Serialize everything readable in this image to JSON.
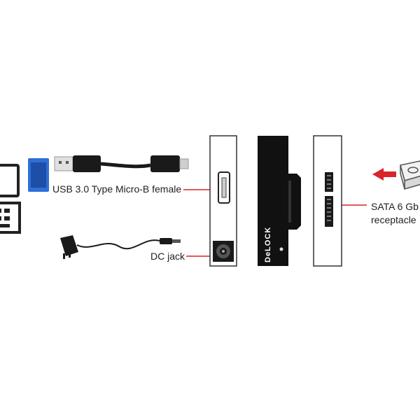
{
  "labels": {
    "usb": "USB 3.0 Type Micro-B female",
    "dc": "DC jack",
    "sata_line1": "SATA 6 Gb",
    "sata_line2": "receptacle"
  },
  "brand": {
    "logo_text": "DeLOCK"
  },
  "icons": {
    "computer": "laptop-icon",
    "usb_cable": "usb-cable-icon",
    "power_adapter": "power-adapter-icon",
    "drive": "hard-drive-icon",
    "arrow": "arrow-left-icon"
  },
  "colors": {
    "accent_red": "#d9242a",
    "usb_blue": "#2f6fd6",
    "device_black": "#111111",
    "outline": "#333333"
  }
}
